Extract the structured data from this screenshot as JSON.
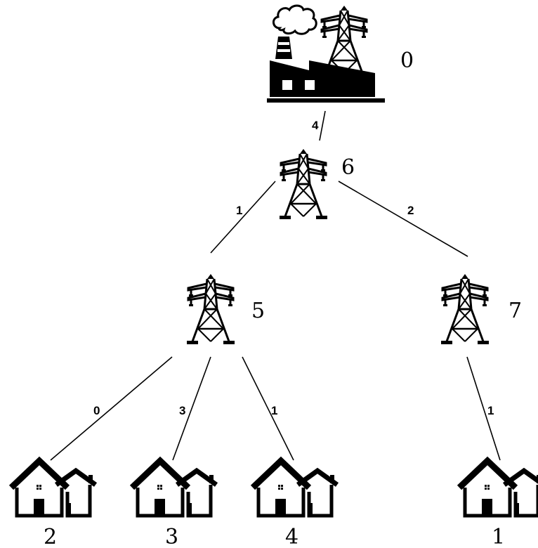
{
  "nodes": [
    {
      "id": "plant",
      "type": "power-plant",
      "label": "0"
    },
    {
      "id": "t6",
      "type": "transmission-tower",
      "label": "6"
    },
    {
      "id": "t5",
      "type": "transmission-tower",
      "label": "5"
    },
    {
      "id": "t7",
      "type": "transmission-tower",
      "label": "7"
    },
    {
      "id": "h2",
      "type": "house",
      "label": "2"
    },
    {
      "id": "h3",
      "type": "house",
      "label": "3"
    },
    {
      "id": "h4",
      "type": "house",
      "label": "4"
    },
    {
      "id": "h1",
      "type": "house",
      "label": "1"
    }
  ],
  "edges": [
    {
      "from": "plant",
      "to": "t6",
      "label": "4"
    },
    {
      "from": "t6",
      "to": "t5",
      "label": "1"
    },
    {
      "from": "t6",
      "to": "t7",
      "label": "2"
    },
    {
      "from": "t5",
      "to": "h2",
      "label": "0"
    },
    {
      "from": "t5",
      "to": "h3",
      "label": "3"
    },
    {
      "from": "t5",
      "to": "h4",
      "label": "1"
    },
    {
      "from": "t7",
      "to": "h1",
      "label": "1"
    }
  ],
  "colors": {
    "ink": "#000000",
    "background": "#ffffff"
  }
}
